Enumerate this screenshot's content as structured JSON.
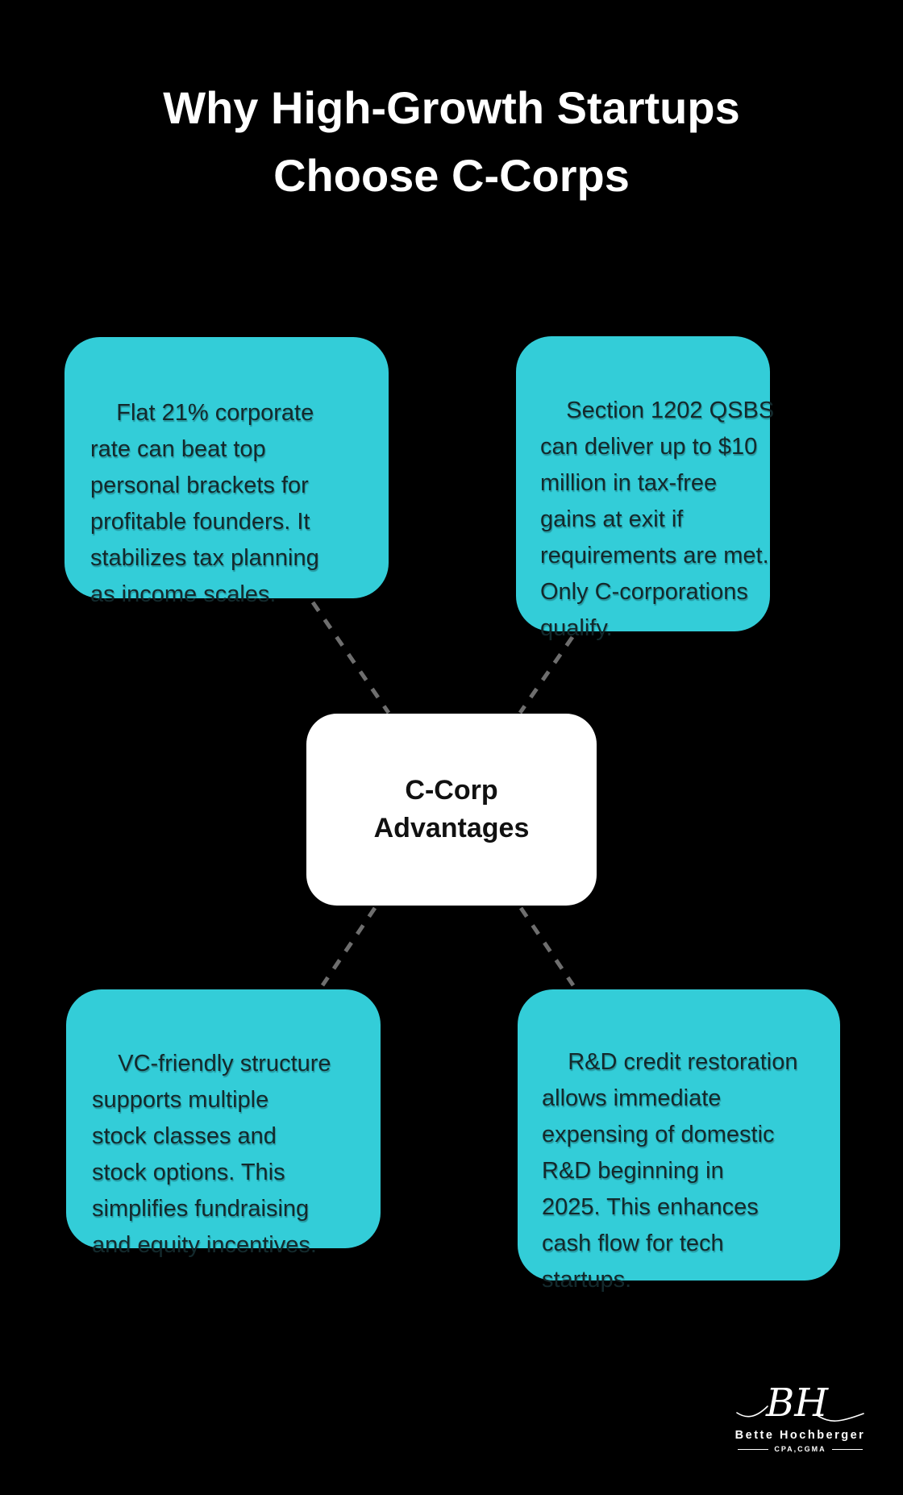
{
  "title": {
    "text": "Why High-Growth Startups\nChoose C-Corps"
  },
  "center_node": {
    "label": "C-Corp\nAdvantages"
  },
  "cards": {
    "top_left": {
      "text": "Flat 21% corporate\nrate can beat top\npersonal brackets for\nprofitable founders. It\nstabilizes tax planning\nas income scales."
    },
    "top_right": {
      "text": "Section 1202 QSBS\ncan deliver up to $10\nmillion in tax-free\ngains at exit if\nrequirements are met.\nOnly C-corporations\nqualify."
    },
    "bottom_left": {
      "text": "VC-friendly structure\nsupports multiple\nstock classes and\nstock options. This\nsimplifies fundraising\nand equity incentives."
    },
    "bottom_right": {
      "text": "R&D credit restoration\nallows immediate\nexpensing of domestic\nR&D beginning in\n2025. This enhances\ncash flow for tech\nstartups."
    }
  },
  "signature": {
    "monogram": "BH",
    "name": "Bette Hochberger",
    "credentials": "CPA,CGMA"
  },
  "colors": {
    "background": "#000000",
    "accent_teal": "#33CDD8",
    "card_text": "#13292C",
    "center_bg": "#FFFFFF",
    "center_text": "#111111",
    "title_text": "#FFFFFF",
    "connector": "#6E6E6E"
  }
}
